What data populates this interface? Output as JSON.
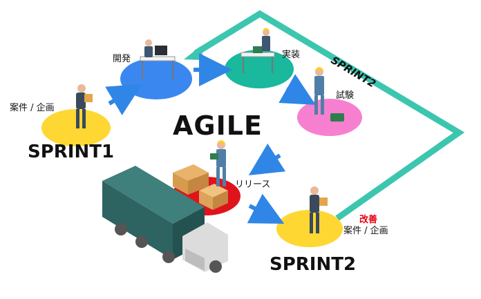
{
  "title": "AGILE",
  "stages": {
    "plan1": "案件 / 企画",
    "dev": "開発",
    "impl": "実装",
    "test": "試験",
    "release": "リリース",
    "kaizen": "改善",
    "plan2": "案件 / 企画"
  },
  "sprints": {
    "sprint1": "SPRINT1",
    "sprint2": "SPRINT2",
    "sprint2_path": "SPRINT2"
  },
  "colors": {
    "loop": "#3cc6b0",
    "arrow": "#2f86e6",
    "disc_yellow": "#ffd733",
    "disc_blue": "#3a87f0",
    "disc_green": "#1ab89c",
    "disc_pink": "#f77fd0",
    "disc_red": "#e0131c",
    "kaizen": "#e60012"
  }
}
